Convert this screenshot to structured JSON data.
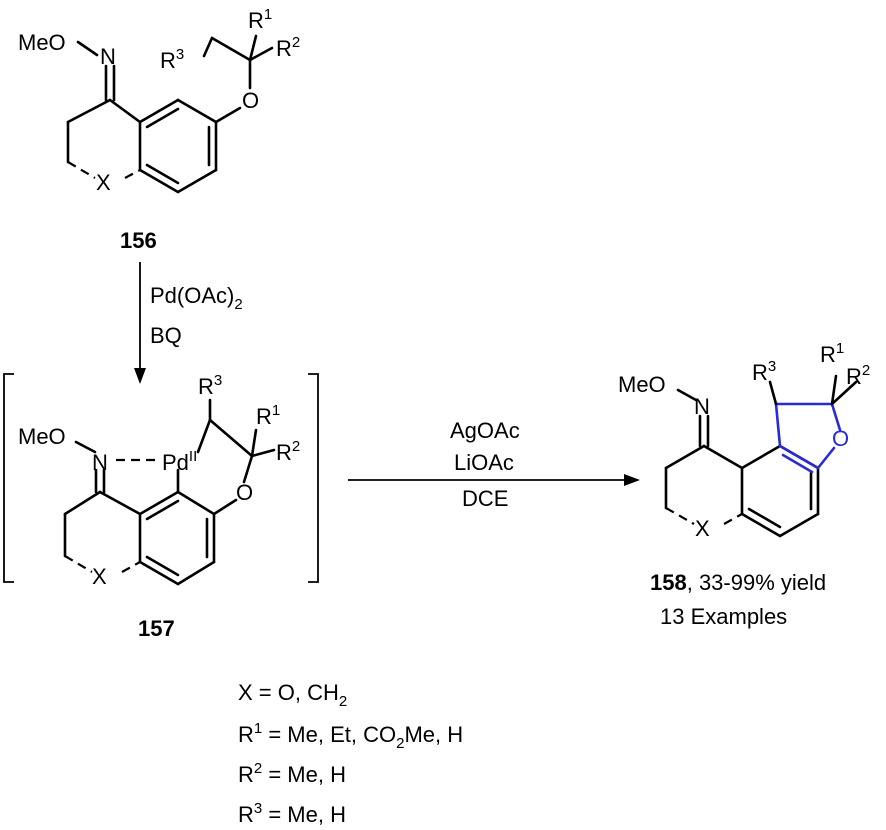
{
  "compound_156": {
    "number": "156",
    "oxime": "MeO",
    "n": "N",
    "o_ether": "O",
    "x": "X",
    "r1": "R",
    "r1_sup": "1",
    "r2": "R",
    "r2_sup": "2",
    "r3": "R",
    "r3_sup": "3"
  },
  "step1": {
    "reagent1": "Pd(OAc)",
    "reagent1_sub": "2",
    "reagent2": "BQ"
  },
  "compound_157": {
    "number": "157",
    "oxime": "MeO",
    "n": "N",
    "pd": "Pd",
    "pd_sup": "II",
    "o_ether": "O",
    "x": "X",
    "r1": "R",
    "r1_sup": "1",
    "r2": "R",
    "r2_sup": "2",
    "r3": "R",
    "r3_sup": "3"
  },
  "step2": {
    "reagent1": "AgOAc",
    "reagent2": "LiOAc",
    "reagent3": "DCE"
  },
  "compound_158": {
    "number": "158",
    "yield_text": ", 33-99% yield",
    "examples": "13 Examples",
    "oxime": "MeO",
    "n": "N",
    "o_furan": "O",
    "x": "X",
    "r1": "R",
    "r1_sup": "1",
    "r2": "R",
    "r2_sup": "2",
    "r3": "R",
    "r3_sup": "3"
  },
  "conditions": {
    "x_line_a": "X = O, CH",
    "x_line_sub": "2",
    "r1_prefix": "R",
    "r1_sup": "1",
    "r1_line_a": " = Me, Et, CO",
    "r1_line_sub": "2",
    "r1_line_b": "Me, H",
    "r2_prefix": "R",
    "r2_sup": "2",
    "r2_line": " = Me, H",
    "r3_prefix": "R",
    "r3_sup": "3",
    "r3_line": " = Me, H"
  },
  "colors": {
    "new_ring": "#2a2ad6",
    "ink": "#000000"
  }
}
